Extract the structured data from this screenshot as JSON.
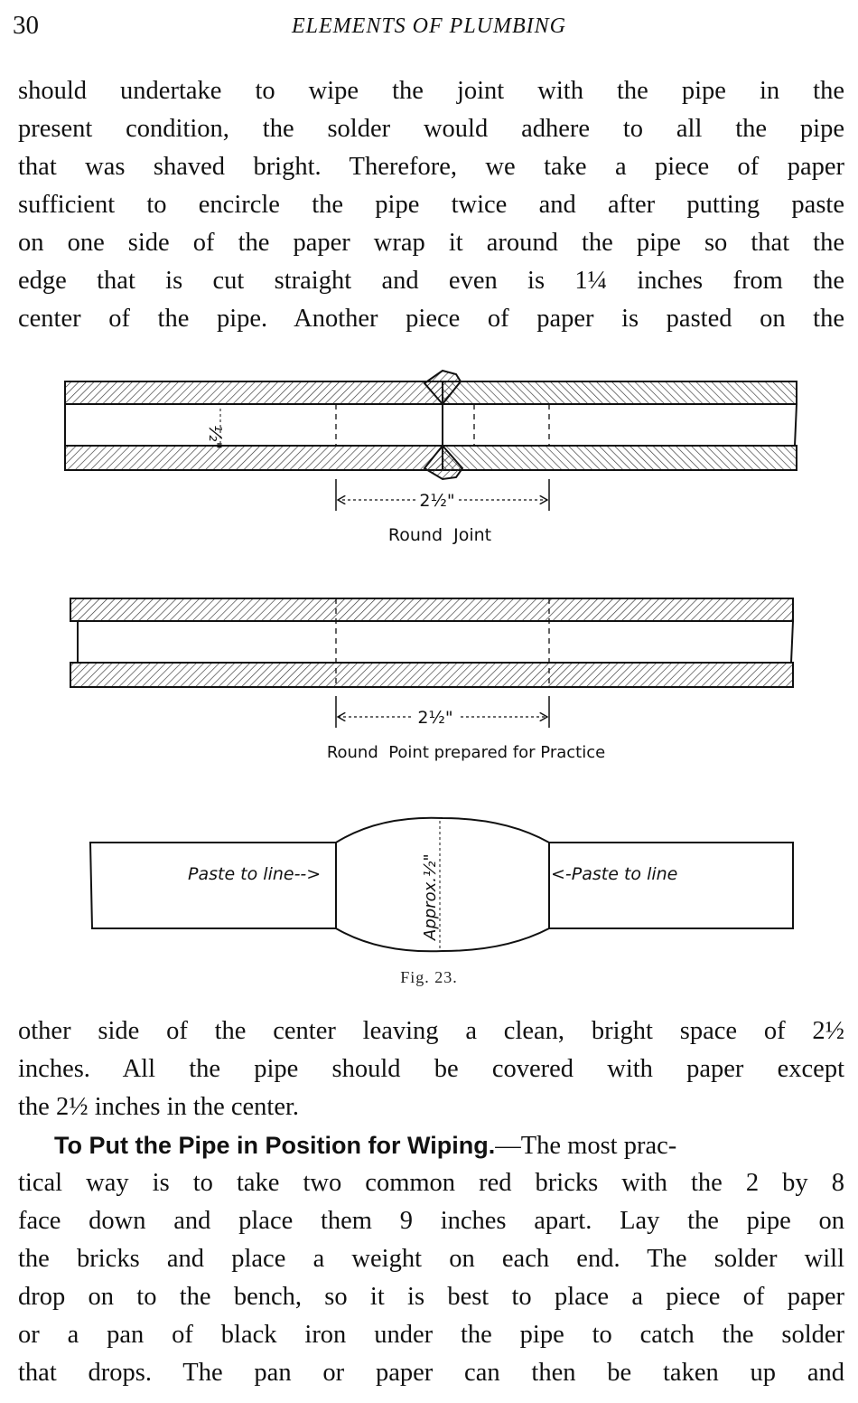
{
  "header": {
    "page_number": "30",
    "running_title": "ELEMENTS OF PLUMBING"
  },
  "para1": [
    "should undertake to wipe the joint with the pipe in the",
    "present condition, the solder would adhere to all the pipe",
    "that was shaved bright.  Therefore, we take a piece of paper",
    "sufficient to encircle the pipe twice and after putting paste",
    "on one side of the paper wrap it around the pipe so that the",
    "edge that is cut straight and even is 1¼ inches from the",
    "center of the pipe.  Another piece of paper is pasted on the"
  ],
  "figure": {
    "fig1": {
      "wall_label": "½\"",
      "dimension": "2½\"",
      "caption": "Round  Joint"
    },
    "fig2": {
      "dimension": "2½\"",
      "caption": "Round  Point prepared for Practice"
    },
    "fig3": {
      "left_label": "Paste to line-->",
      "right_label": "<-Paste to line",
      "approx_label": "Approx.½\""
    },
    "caption": "Fig. 23."
  },
  "para2": [
    "other side of the center leaving a clean, bright space of 2½",
    "inches.  All the pipe should be covered with paper except",
    "the 2½ inches in the center."
  ],
  "para3": {
    "heading": "To Put the Pipe in Position for Wiping.",
    "first_line_rest": "—The most prac-",
    "lines": [
      "tical way is to take two common red bricks with the 2 by 8",
      "face down and place them 9 inches apart.  Lay the pipe on",
      "the bricks and place a weight on each end.  The solder will",
      "drop on to the bench, so it is best to place a piece of paper",
      "or a pan of black iron under the pipe to catch the solder",
      "that drops.  The pan or paper can then be taken up and"
    ]
  }
}
